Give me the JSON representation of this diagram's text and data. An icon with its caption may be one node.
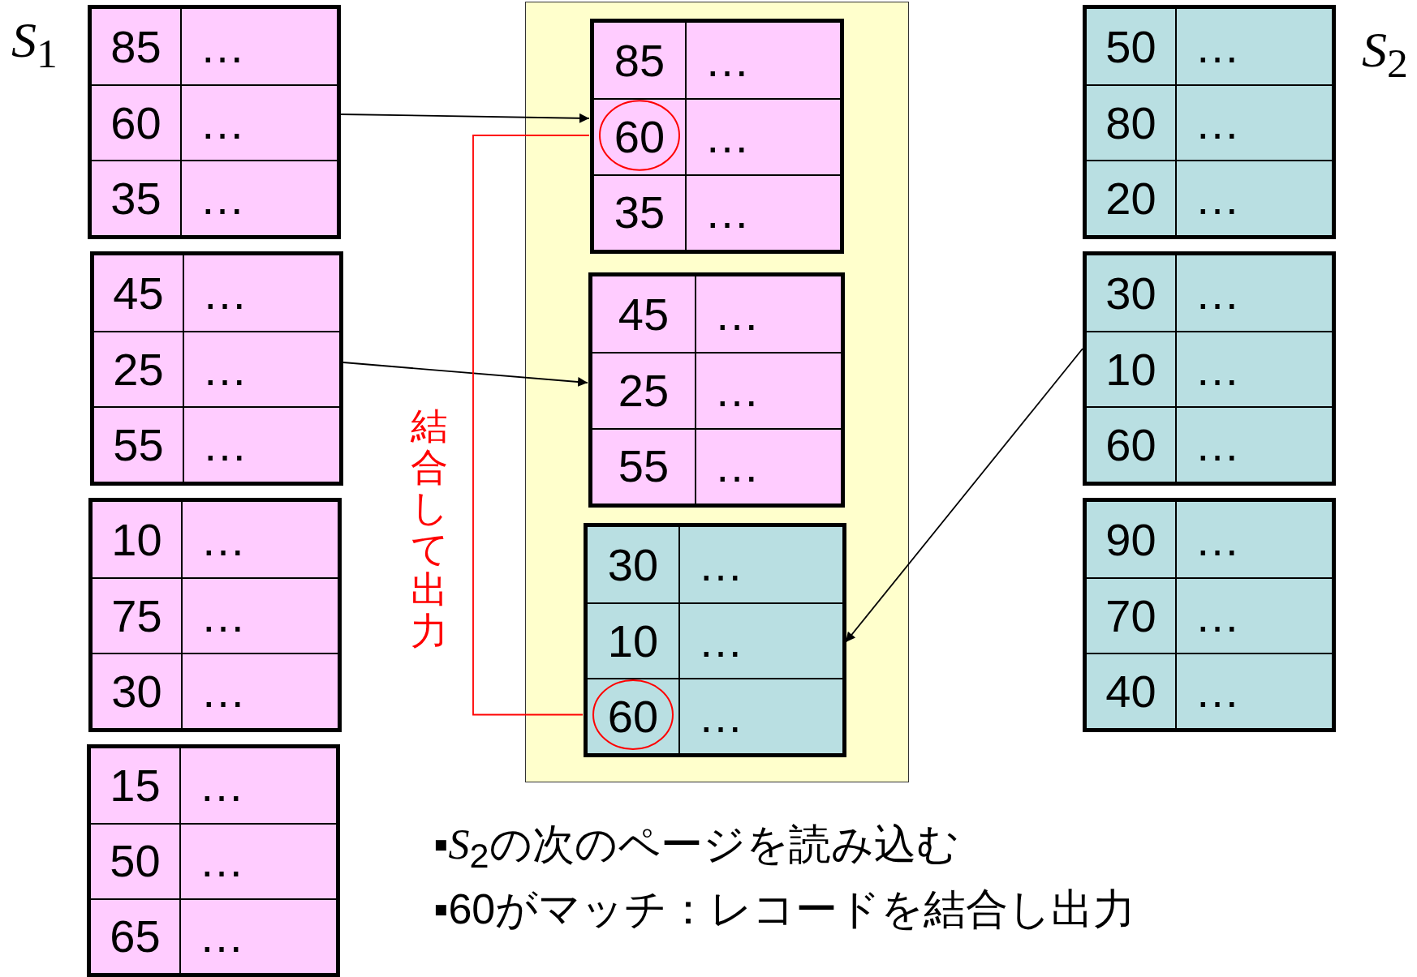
{
  "diagram": {
    "nodes": [
      {
        "text": [],
        "shape": "box"
      },
      {
        "text": [
          "85",
          "…"
        ],
        "in": 0
      },
      {
        "text": [
          "60",
          "…"
        ],
        "in": 0
      },
      {
        "text": [
          "35",
          "…"
        ],
        "in": 0
      },
      {
        "text": [],
        "shape": "box"
      },
      {
        "text": [
          "45",
          "…"
        ],
        "in": 4
      },
      {
        "text": [
          "25",
          "…"
        ],
        "in": 4
      },
      {
        "text": [
          "55",
          "…"
        ],
        "in": 4
      },
      {
        "text": [],
        "shape": "box"
      },
      {
        "text": [
          "10",
          "…"
        ],
        "in": 8
      },
      {
        "text": [
          "75",
          "…"
        ],
        "in": 8
      },
      {
        "text": [
          "30",
          "…"
        ],
        "in": 8
      },
      {
        "text": [],
        "shape": "box"
      },
      {
        "text": [
          "15",
          "…"
        ],
        "in": 12
      },
      {
        "text": [
          "50",
          "…"
        ],
        "in": 12
      },
      {
        "text": [
          "65",
          "…"
        ],
        "in": 12
      },
      {
        "text": [],
        "shape": "box"
      },
      {
        "text": [],
        "shape": "box",
        "in": 16
      },
      {
        "text": [
          "85",
          "…"
        ],
        "in": 17
      },
      {
        "text": [
          "60",
          "…"
        ],
        "in": 17
      },
      {
        "text": [
          "35",
          "…"
        ],
        "in": 17
      },
      {
        "text": [],
        "shape": "box",
        "in": 16
      },
      {
        "text": [
          "45",
          "…"
        ],
        "in": 21
      },
      {
        "text": [
          "25",
          "…"
        ],
        "in": 21
      },
      {
        "text": [
          "55",
          "…"
        ],
        "in": 21
      },
      {
        "text": [],
        "shape": "box",
        "in": 16
      },
      {
        "text": [
          "30",
          "…"
        ],
        "in": 25
      },
      {
        "text": [
          "10",
          "…"
        ],
        "in": 25
      },
      {
        "text": [
          "60",
          "…"
        ],
        "in": 25
      },
      {
        "text": [],
        "shape": "box"
      },
      {
        "text": [
          "50",
          "…"
        ],
        "in": 29
      },
      {
        "text": [
          "80",
          "…"
        ],
        "in": 29
      },
      {
        "text": [
          "20",
          "…"
        ],
        "in": 29
      },
      {
        "text": [],
        "shape": "box"
      },
      {
        "text": [
          "30",
          "…"
        ],
        "in": 33
      },
      {
        "text": [
          "10",
          "…"
        ],
        "in": 33
      },
      {
        "text": [
          "60",
          "…"
        ],
        "in": 33
      },
      {
        "text": [],
        "shape": "box"
      },
      {
        "text": [
          "90",
          "…"
        ],
        "in": 37
      },
      {
        "text": [
          "70",
          "…"
        ],
        "in": 37
      },
      {
        "text": [
          "40",
          "…"
        ],
        "in": 37
      }
    ],
    "edges": [
      {
        "from": 0,
        "to": 17,
        "arrow": "to"
      },
      {
        "from": 4,
        "to": 21,
        "arrow": "to"
      },
      {
        "from": 33,
        "to": 25,
        "arrow": "to"
      },
      {
        "from": 28,
        "to": 19,
        "arrow": "none",
        "label": "結合して出力",
        "color": "#ff0000"
      }
    ],
    "labels": [
      "*S*$_{1}$",
      "*S*$_{2}$",
      "▪*S*$_{2}$の次のページを読み込む",
      "▪60がマッチ：レコードを結合し出力"
    ]
  }
}
